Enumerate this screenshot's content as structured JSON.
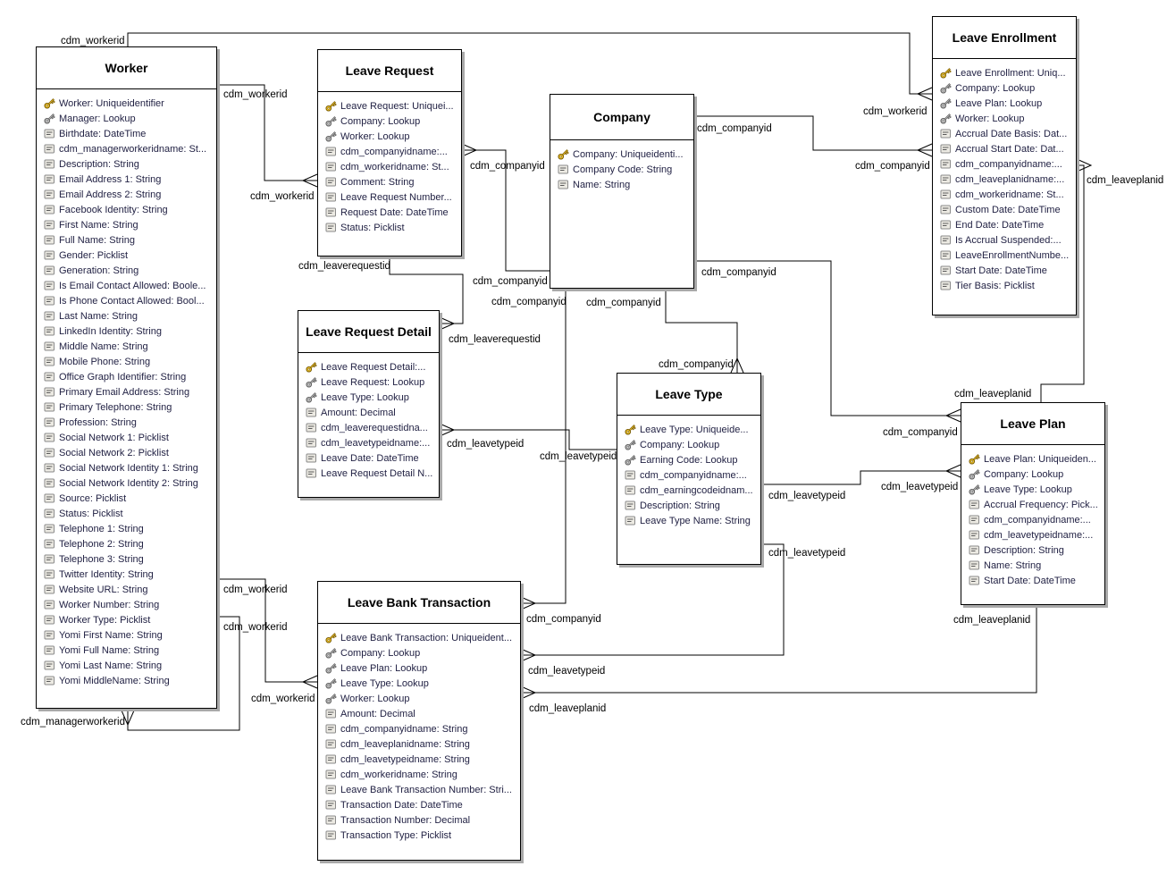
{
  "colors": {
    "background": "#ffffff",
    "entity_border": "#000000",
    "entity_shadow": "#a9a9a9",
    "title_text": "#000000",
    "field_text": "#222244",
    "connector_line": "#000000",
    "primary_key_gold": "#f5c931",
    "foreign_key_gray": "#c0c0c0"
  },
  "entities": [
    {
      "id": "worker",
      "title": "Worker",
      "fields": [
        {
          "icon": "primary-key",
          "label": "Worker: Uniqueidentifier"
        },
        {
          "icon": "foreign-key",
          "label": "Manager: Lookup"
        },
        {
          "icon": "attribute",
          "label": "Birthdate: DateTime"
        },
        {
          "icon": "attribute",
          "label": "cdm_managerworkeridname: St..."
        },
        {
          "icon": "attribute",
          "label": "Description: String"
        },
        {
          "icon": "attribute",
          "label": "Email Address 1: String"
        },
        {
          "icon": "attribute",
          "label": "Email Address 2: String"
        },
        {
          "icon": "attribute",
          "label": "Facebook Identity: String"
        },
        {
          "icon": "attribute",
          "label": "First Name: String"
        },
        {
          "icon": "attribute",
          "label": "Full Name: String"
        },
        {
          "icon": "attribute",
          "label": "Gender: Picklist"
        },
        {
          "icon": "attribute",
          "label": "Generation: String"
        },
        {
          "icon": "attribute",
          "label": "Is Email Contact Allowed: Boole..."
        },
        {
          "icon": "attribute",
          "label": "Is Phone Contact Allowed: Bool..."
        },
        {
          "icon": "attribute",
          "label": "Last Name: String"
        },
        {
          "icon": "attribute",
          "label": "LinkedIn Identity: String"
        },
        {
          "icon": "attribute",
          "label": "Middle Name: String"
        },
        {
          "icon": "attribute",
          "label": "Mobile Phone: String"
        },
        {
          "icon": "attribute",
          "label": "Office Graph Identifier: String"
        },
        {
          "icon": "attribute",
          "label": "Primary Email Address: String"
        },
        {
          "icon": "attribute",
          "label": "Primary Telephone: String"
        },
        {
          "icon": "attribute",
          "label": "Profession: String"
        },
        {
          "icon": "attribute",
          "label": "Social Network 1: Picklist"
        },
        {
          "icon": "attribute",
          "label": "Social Network 2: Picklist"
        },
        {
          "icon": "attribute",
          "label": "Social Network Identity 1: String"
        },
        {
          "icon": "attribute",
          "label": "Social Network Identity 2: String"
        },
        {
          "icon": "attribute",
          "label": "Source: Picklist"
        },
        {
          "icon": "attribute",
          "label": "Status: Picklist"
        },
        {
          "icon": "attribute",
          "label": "Telephone 1: String"
        },
        {
          "icon": "attribute",
          "label": "Telephone 2: String"
        },
        {
          "icon": "attribute",
          "label": "Telephone 3: String"
        },
        {
          "icon": "attribute",
          "label": "Twitter Identity: String"
        },
        {
          "icon": "attribute",
          "label": "Website URL: String"
        },
        {
          "icon": "attribute",
          "label": "Worker Number: String"
        },
        {
          "icon": "attribute",
          "label": "Worker Type: Picklist"
        },
        {
          "icon": "attribute",
          "label": "Yomi First Name: String"
        },
        {
          "icon": "attribute",
          "label": "Yomi Full Name: String"
        },
        {
          "icon": "attribute",
          "label": "Yomi Last Name: String"
        },
        {
          "icon": "attribute",
          "label": "Yomi MiddleName: String"
        }
      ]
    },
    {
      "id": "leave-request",
      "title": "Leave Request",
      "fields": [
        {
          "icon": "primary-key",
          "label": "Leave Request: Uniquei..."
        },
        {
          "icon": "foreign-key",
          "label": "Company: Lookup"
        },
        {
          "icon": "foreign-key",
          "label": "Worker: Lookup"
        },
        {
          "icon": "attribute",
          "label": "cdm_companyidname:..."
        },
        {
          "icon": "attribute",
          "label": "cdm_workeridname: St..."
        },
        {
          "icon": "attribute",
          "label": "Comment: String"
        },
        {
          "icon": "attribute",
          "label": "Leave Request Number..."
        },
        {
          "icon": "attribute",
          "label": "Request Date: DateTime"
        },
        {
          "icon": "attribute",
          "label": "Status: Picklist"
        }
      ]
    },
    {
      "id": "company",
      "title": "Company",
      "fields": [
        {
          "icon": "primary-key",
          "label": "Company: Uniqueidenti..."
        },
        {
          "icon": "attribute",
          "label": "Company Code: String"
        },
        {
          "icon": "attribute",
          "label": "Name: String"
        }
      ]
    },
    {
      "id": "leave-enrollment",
      "title": "Leave Enrollment",
      "fields": [
        {
          "icon": "primary-key",
          "label": "Leave Enrollment: Uniq..."
        },
        {
          "icon": "foreign-key",
          "label": "Company: Lookup"
        },
        {
          "icon": "foreign-key",
          "label": "Leave Plan: Lookup"
        },
        {
          "icon": "foreign-key",
          "label": "Worker: Lookup"
        },
        {
          "icon": "attribute",
          "label": "Accrual Date Basis: Dat..."
        },
        {
          "icon": "attribute",
          "label": "Accrual Start Date: Dat..."
        },
        {
          "icon": "attribute",
          "label": "cdm_companyidname:..."
        },
        {
          "icon": "attribute",
          "label": "cdm_leaveplanidname:..."
        },
        {
          "icon": "attribute",
          "label": "cdm_workeridname: St..."
        },
        {
          "icon": "attribute",
          "label": "Custom Date: DateTime"
        },
        {
          "icon": "attribute",
          "label": "End Date: DateTime"
        },
        {
          "icon": "attribute",
          "label": "Is Accrual Suspended:..."
        },
        {
          "icon": "attribute",
          "label": "LeaveEnrollmentNumbe..."
        },
        {
          "icon": "attribute",
          "label": "Start Date: DateTime"
        },
        {
          "icon": "attribute",
          "label": "Tier Basis: Picklist"
        }
      ]
    },
    {
      "id": "leave-request-detail",
      "title": "Leave Request Detail",
      "fields": [
        {
          "icon": "primary-key",
          "label": "Leave Request Detail:..."
        },
        {
          "icon": "foreign-key",
          "label": "Leave Request: Lookup"
        },
        {
          "icon": "foreign-key",
          "label": "Leave Type: Lookup"
        },
        {
          "icon": "attribute",
          "label": "Amount: Decimal"
        },
        {
          "icon": "attribute",
          "label": "cdm_leaverequestidna..."
        },
        {
          "icon": "attribute",
          "label": "cdm_leavetypeidname:..."
        },
        {
          "icon": "attribute",
          "label": "Leave Date: DateTime"
        },
        {
          "icon": "attribute",
          "label": "Leave Request Detail N..."
        }
      ]
    },
    {
      "id": "leave-type",
      "title": "Leave Type",
      "fields": [
        {
          "icon": "primary-key",
          "label": "Leave Type: Uniqueide..."
        },
        {
          "icon": "foreign-key",
          "label": "Company: Lookup"
        },
        {
          "icon": "foreign-key",
          "label": "Earning Code: Lookup"
        },
        {
          "icon": "attribute",
          "label": "cdm_companyidname:..."
        },
        {
          "icon": "attribute",
          "label": "cdm_earningcodeidnam..."
        },
        {
          "icon": "attribute",
          "label": "Description: String"
        },
        {
          "icon": "attribute",
          "label": "Leave Type Name: String"
        }
      ]
    },
    {
      "id": "leave-plan",
      "title": "Leave Plan",
      "fields": [
        {
          "icon": "primary-key",
          "label": "Leave Plan: Uniqueiden..."
        },
        {
          "icon": "foreign-key",
          "label": "Company: Lookup"
        },
        {
          "icon": "foreign-key",
          "label": "Leave Type: Lookup"
        },
        {
          "icon": "attribute",
          "label": "Accrual Frequency: Pick..."
        },
        {
          "icon": "attribute",
          "label": "cdm_companyidname:..."
        },
        {
          "icon": "attribute",
          "label": "cdm_leavetypeidname:..."
        },
        {
          "icon": "attribute",
          "label": "Description: String"
        },
        {
          "icon": "attribute",
          "label": "Name: String"
        },
        {
          "icon": "attribute",
          "label": "Start Date: DateTime"
        }
      ]
    },
    {
      "id": "leave-bank-transaction",
      "title": "Leave Bank Transaction",
      "fields": [
        {
          "icon": "primary-key",
          "label": "Leave Bank Transaction: Uniqueident..."
        },
        {
          "icon": "foreign-key",
          "label": "Company: Lookup"
        },
        {
          "icon": "foreign-key",
          "label": "Leave Plan: Lookup"
        },
        {
          "icon": "foreign-key",
          "label": "Leave Type: Lookup"
        },
        {
          "icon": "foreign-key",
          "label": "Worker: Lookup"
        },
        {
          "icon": "attribute",
          "label": "Amount: Decimal"
        },
        {
          "icon": "attribute",
          "label": "cdm_companyidname: String"
        },
        {
          "icon": "attribute",
          "label": "cdm_leaveplanidname: String"
        },
        {
          "icon": "attribute",
          "label": "cdm_leavetypeidname: String"
        },
        {
          "icon": "attribute",
          "label": "cdm_workeridname: String"
        },
        {
          "icon": "attribute",
          "label": "Leave Bank Transaction Number: Stri..."
        },
        {
          "icon": "attribute",
          "label": "Transaction Date: DateTime"
        },
        {
          "icon": "attribute",
          "label": "Transaction Number: Decimal"
        },
        {
          "icon": "attribute",
          "label": "Transaction Type: Picklist"
        }
      ]
    }
  ],
  "connectors": [
    {
      "id": "worker-leave-enrollment",
      "from": "worker",
      "to": "leave-enrollment",
      "start_label": "cdm_workerid",
      "end_label": "cdm_workerid"
    },
    {
      "id": "worker-leave-request",
      "from": "worker",
      "to": "leave-request",
      "start_label": "cdm_workerid",
      "end_label": "cdm_workerid"
    },
    {
      "id": "company-leave-request",
      "from": "company",
      "to": "leave-request",
      "start_label": "cdm_companyid",
      "end_label": "cdm_companyid"
    },
    {
      "id": "leave-request-leave-request-detail",
      "from": "leave-request",
      "to": "leave-request-detail",
      "start_label": "cdm_leaverequestid",
      "end_label": "cdm_leaverequestid"
    },
    {
      "id": "company-leave-enrollment",
      "from": "company",
      "to": "leave-enrollment",
      "start_label": "cdm_companyid",
      "end_label": "cdm_companyid"
    },
    {
      "id": "company-leave-type",
      "from": "company",
      "to": "leave-type",
      "start_label": "cdm_companyid",
      "end_label": "cdm_companyid"
    },
    {
      "id": "company-leave-bank-transaction",
      "from": "company",
      "to": "leave-bank-transaction",
      "start_label": "cdm_companyid",
      "end_label": "cdm_companyid"
    },
    {
      "id": "company-leave-plan",
      "from": "company",
      "to": "leave-plan",
      "start_label": "cdm_companyid",
      "end_label": "cdm_companyid"
    },
    {
      "id": "leave-type-leave-request-detail",
      "from": "leave-type",
      "to": "leave-request-detail",
      "start_label": "cdm_leavetypeid",
      "end_label": "cdm_leavetypeid"
    },
    {
      "id": "leave-type-leave-plan",
      "from": "leave-type",
      "to": "leave-plan",
      "start_label": "cdm_leavetypeid",
      "end_label": "cdm_leavetypeid"
    },
    {
      "id": "leave-type-leave-bank-transaction",
      "from": "leave-type",
      "to": "leave-bank-transaction",
      "start_label": "cdm_leavetypeid",
      "end_label": "cdm_leavetypeid"
    },
    {
      "id": "leave-plan-leave-enrollment",
      "from": "leave-plan",
      "to": "leave-enrollment",
      "start_label": "cdm_leaveplanid",
      "end_label": "cdm_leaveplanid"
    },
    {
      "id": "leave-plan-leave-bank-transaction",
      "from": "leave-plan",
      "to": "leave-bank-transaction",
      "start_label": "cdm_leaveplanid",
      "end_label": "cdm_leaveplanid"
    },
    {
      "id": "worker-leave-bank-transaction",
      "from": "worker",
      "to": "leave-bank-transaction",
      "start_label": "cdm_workerid",
      "end_label": "cdm_workerid"
    },
    {
      "id": "worker-manager-self",
      "from": "worker",
      "to": "worker",
      "start_label": "cdm_workerid",
      "end_label": "cdm_managerworkerid"
    }
  ]
}
